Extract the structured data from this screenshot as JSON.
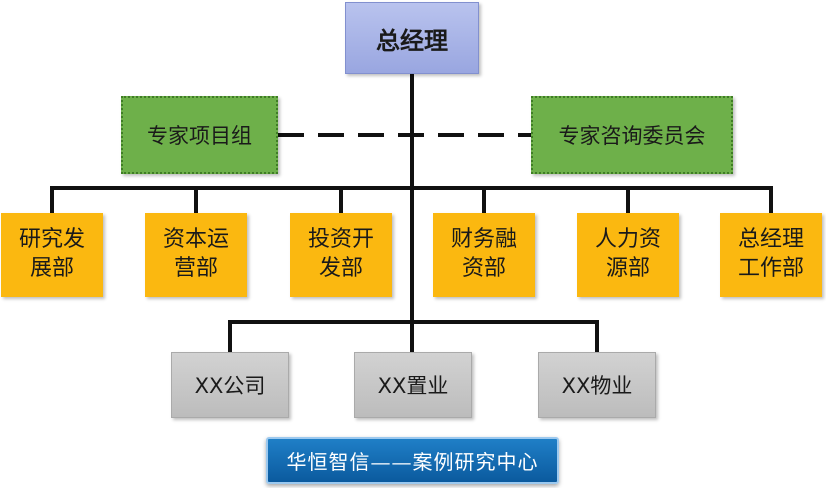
{
  "general_manager": "总经理",
  "advisory": [
    {
      "label": "专家项目组"
    },
    {
      "label": "专家咨询委员会"
    }
  ],
  "departments": [
    {
      "line1": "研究发",
      "line2": "展部"
    },
    {
      "line1": "资本运",
      "line2": "营部"
    },
    {
      "line1": "投资开",
      "line2": "发部"
    },
    {
      "line1": "财务融",
      "line2": "资部"
    },
    {
      "line1": "人力资",
      "line2": "源部"
    },
    {
      "line1": "总经理",
      "line2": "工作部"
    }
  ],
  "subsidiaries": [
    {
      "label": "XX公司"
    },
    {
      "label": "XX置业"
    },
    {
      "label": "XX物业"
    }
  ],
  "footer": "华恒智信——案例研究中心",
  "colors": {
    "general_manager": "#a8b3e8",
    "advisory": "#6eb04a",
    "department": "#fbb810",
    "subsidiary": "#c8c8c8",
    "banner": "#1470b8",
    "connector": "#111111"
  }
}
